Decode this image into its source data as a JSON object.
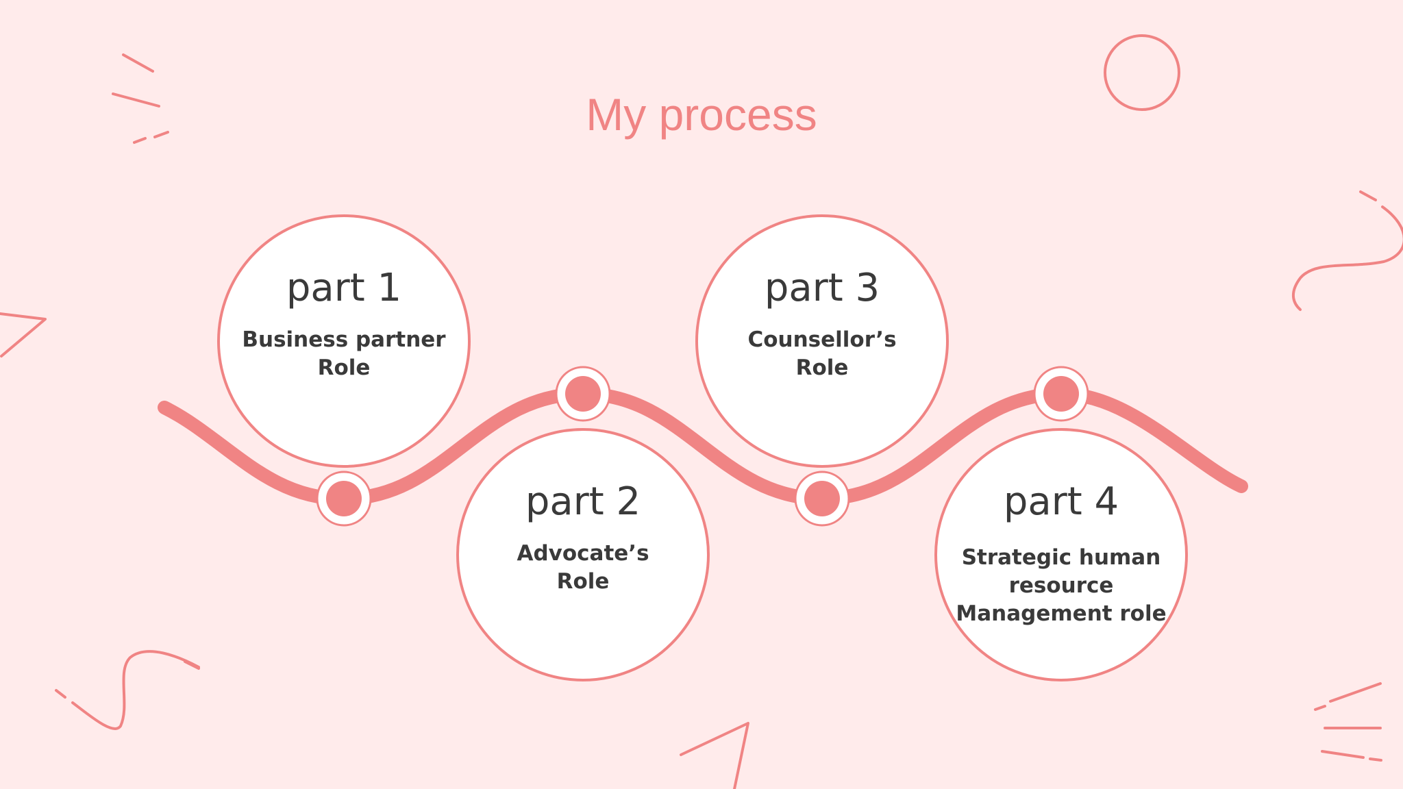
{
  "slide": {
    "title": "My process",
    "colors": {
      "background": "#FFEBEB",
      "accent": "#F08484",
      "circle_fill": "#FFFFFF",
      "text": "#3A3A3A"
    }
  },
  "steps": [
    {
      "heading": "part 1",
      "label": "Business partner\nRole",
      "position": "above"
    },
    {
      "heading": "part 2",
      "label": "Advocate’s\nRole",
      "position": "below"
    },
    {
      "heading": "part 3",
      "label": "Counsellor’s\nRole",
      "position": "above"
    },
    {
      "heading": "part 4",
      "label": "Strategic human\nresource\nManagement role",
      "position": "below"
    }
  ]
}
